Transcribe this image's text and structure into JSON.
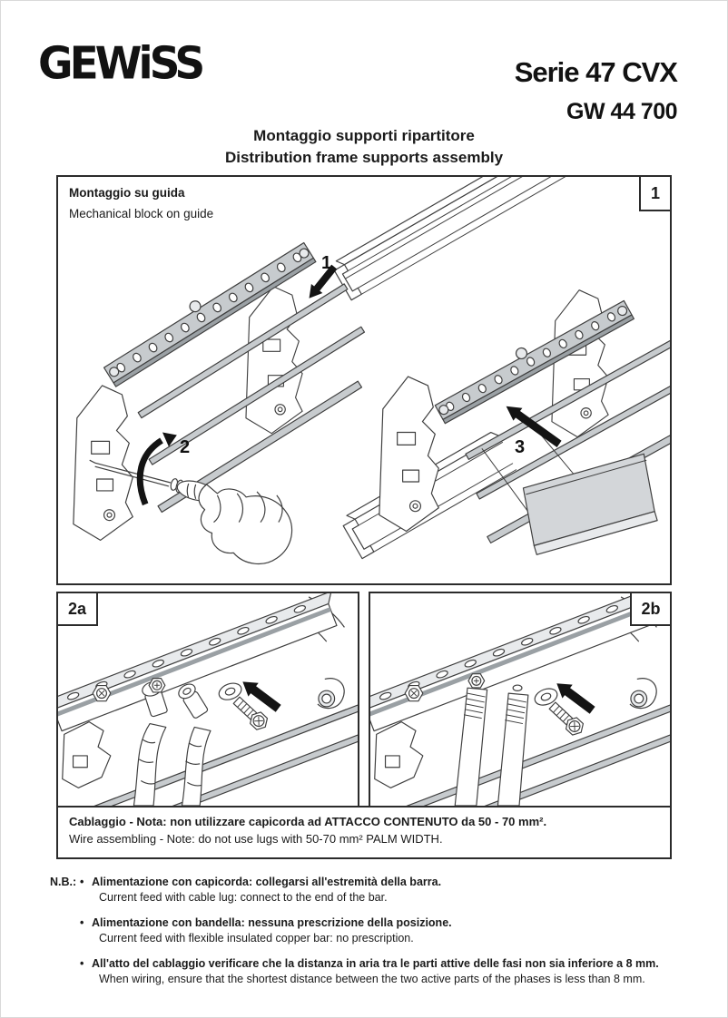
{
  "header": {
    "brand": "GEWiSS",
    "series": "Serie 47 CVX",
    "code": "GW 44 700",
    "title_it": "Montaggio supporti ripartitore",
    "title_en": "Distribution frame supports assembly"
  },
  "panel1": {
    "badge": "1",
    "heading_it": "Montaggio su guida",
    "heading_en": "Mechanical block on guide",
    "steps": [
      "1",
      "2",
      "3"
    ]
  },
  "panel2a": {
    "badge": "2a"
  },
  "panel2b": {
    "badge": "2b"
  },
  "caption": {
    "it": "Cablaggio - Nota: non utilizzare capicorda ad ATTACCO CONTENUTO da 50 - 70 mm².",
    "en": "Wire assembling - Note: do not use lugs with 50-70 mm² PALM WIDTH."
  },
  "notes": {
    "label": "N.B.:",
    "bullet": "•",
    "items": [
      {
        "it": "Alimentazione con capicorda: collegarsi all'estremità della barra.",
        "en": "Current feed with cable lug: connect to the end of the bar."
      },
      {
        "it": "Alimentazione con bandella: nessuna prescrizione della posizione.",
        "en": "Current feed with flexible insulated copper bar: no prescription."
      },
      {
        "it": "All'atto del cablaggio verificare che la distanza in aria tra le parti attive delle fasi non sia inferiore a 8 mm.",
        "en": "When wiring, ensure that the shortest distance between the two active parts of the phases is less than 8 mm."
      }
    ]
  },
  "colors": {
    "ink": "#1a1a1a",
    "line_art": "#3f3f3f",
    "panel_border": "#2b2b2b",
    "metal_gray": "#c7cbce",
    "cover_gray": "#d3d6d9"
  }
}
